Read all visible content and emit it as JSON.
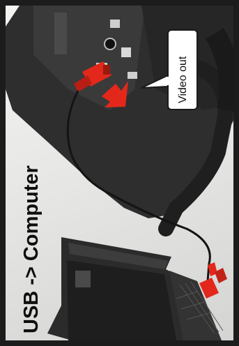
{
  "labels": {
    "connection_label": "USB -> Computer",
    "callout_label": "Video out"
  },
  "colors": {
    "background_frame": "#1c1c1c",
    "photo_background": "#ececea",
    "device_dark": "#2d2d2d",
    "cable_red": "#e3281b",
    "cable_black": "#141414"
  },
  "icons": [
    "camera-device",
    "laptop-computer",
    "usb-plug",
    "video-plug",
    "red-arrow"
  ]
}
